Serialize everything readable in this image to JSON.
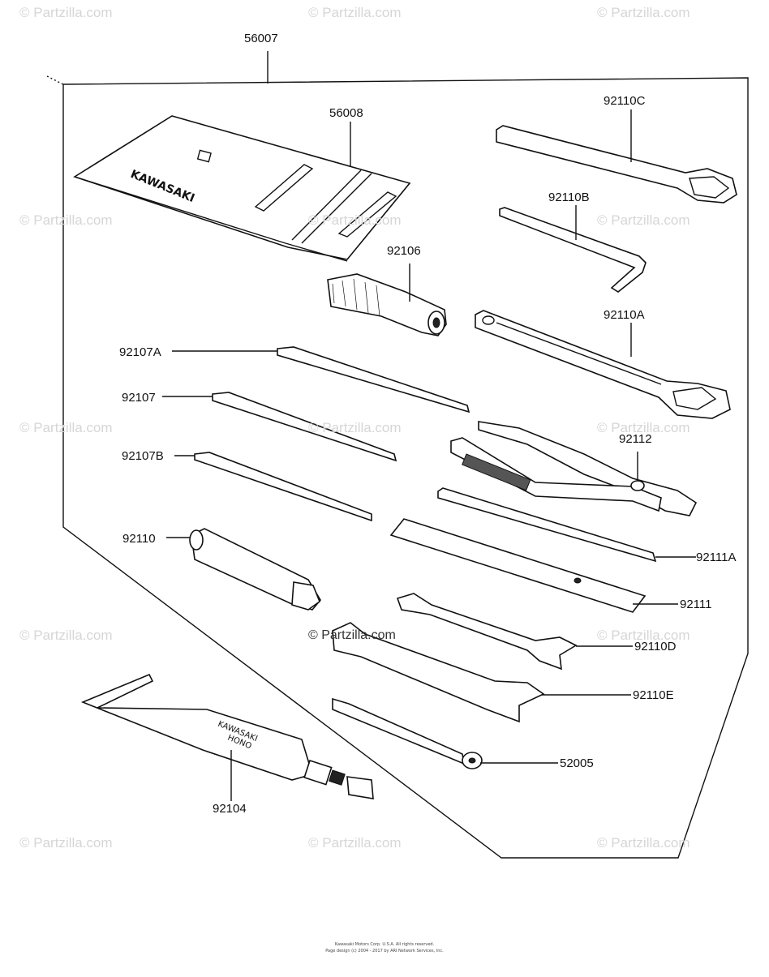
{
  "watermark": "© Partzilla.com",
  "diagram": {
    "assembly_number": "56007",
    "parts": [
      {
        "id": "p56008",
        "number": "56008"
      },
      {
        "id": "p92110C",
        "number": "92110C"
      },
      {
        "id": "p92110B",
        "number": "92110B"
      },
      {
        "id": "p92106",
        "number": "92106"
      },
      {
        "id": "p92110A",
        "number": "92110A"
      },
      {
        "id": "p92107A",
        "number": "92107A"
      },
      {
        "id": "p92107",
        "number": "92107"
      },
      {
        "id": "p92112",
        "number": "92112"
      },
      {
        "id": "p92107B",
        "number": "92107B"
      },
      {
        "id": "p92110",
        "number": "92110"
      },
      {
        "id": "p92111A",
        "number": "92111A"
      },
      {
        "id": "p92111",
        "number": "92111"
      },
      {
        "id": "p92110D",
        "number": "92110D"
      },
      {
        "id": "p92110E",
        "number": "92110E"
      },
      {
        "id": "p52005",
        "number": "52005"
      },
      {
        "id": "p92104",
        "number": "92104"
      }
    ],
    "pouch_logo": "KAWASAKI",
    "tube_text": [
      "KAWASAKI",
      "HONO"
    ]
  },
  "footer": {
    "line1": "Kawasaki Motors Corp. U.S.A. All rights reserved.",
    "line2": "Page design (c) 2004 - 2017 by ARI Network Services, Inc."
  }
}
